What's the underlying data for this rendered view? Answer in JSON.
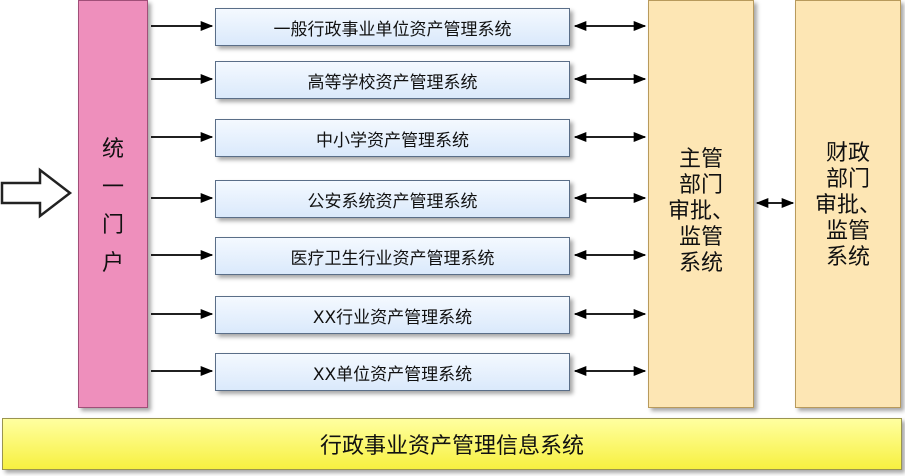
{
  "portal": {
    "chars": [
      "统",
      "一",
      "门",
      "户"
    ]
  },
  "systems": [
    {
      "label": "一般行政事业单位资产管理系统"
    },
    {
      "label": "高等学校资产管理系统"
    },
    {
      "label": "中小学资产管理系统"
    },
    {
      "label": "公安系统资产管理系统"
    },
    {
      "label": "医疗卫生行业资产管理系统"
    },
    {
      "label": "XX行业资产管理系统"
    },
    {
      "label": "XX单位资产管理系统"
    }
  ],
  "dept_box": {
    "lines": [
      "主管",
      "部门",
      "审批、",
      "监管",
      "系统"
    ]
  },
  "finance_box": {
    "lines": [
      "财政",
      "部门",
      "审批、",
      "监管",
      "系统"
    ]
  },
  "bottom_bar": {
    "label": "行政事业资产管理信息系统"
  },
  "colors": {
    "portal": "#ee8fbc",
    "system_box": "#dae9fb",
    "dept_box": "#fde6b4",
    "bottom_bar": "#f7f040",
    "arrow": "#000000"
  }
}
